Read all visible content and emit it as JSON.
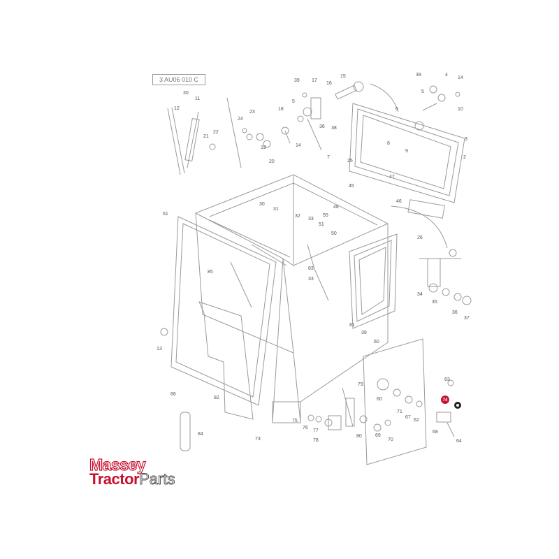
{
  "diagram": {
    "reference_code": "3 AU06 010 C",
    "logo": {
      "line1": "Massey",
      "line2a": "Tractor",
      "line2b": "Parts"
    },
    "highlight_color": "#c8102e",
    "line_color": "#9a9a9a",
    "labels": [
      "39",
      "17",
      "15",
      "16",
      "39",
      "4",
      "14",
      "30",
      "11",
      "12",
      "5",
      "18",
      "23",
      "24",
      "38",
      "6",
      "5",
      "10",
      "36",
      "14",
      "19",
      "21",
      "22",
      "25",
      "7",
      "9",
      "8",
      "2",
      "20",
      "3",
      "30",
      "31",
      "32",
      "33",
      "45",
      "47",
      "46",
      "48",
      "55",
      "51",
      "61",
      "50",
      "26",
      "85",
      "83",
      "33",
      "34",
      "35",
      "36",
      "37",
      "13",
      "81",
      "60",
      "39",
      "86",
      "82",
      "73",
      "79",
      "60",
      "71",
      "67",
      "62",
      "63",
      "74",
      "68",
      "64",
      "78",
      "80",
      "69",
      "70",
      "75",
      "76",
      "77",
      "84"
    ],
    "highlight_label": "74"
  }
}
